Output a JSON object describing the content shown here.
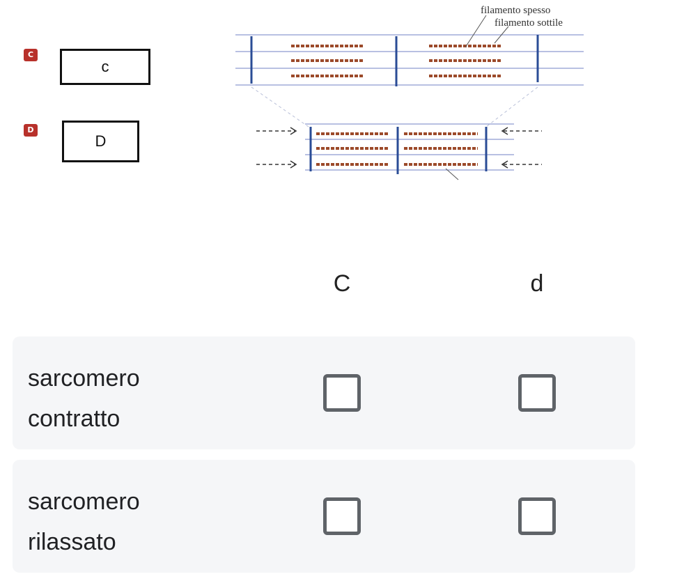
{
  "figure": {
    "option_c_badge": "C",
    "option_c_box": "c",
    "option_d_badge": "D",
    "option_d_box": "D",
    "label_thick": "filamento spesso",
    "label_thin": "filamento sottile",
    "colors": {
      "z_line": "#2a4c96",
      "thick": "#9c4a2a",
      "thin": "#8d9ad0",
      "badge": "#b8312b"
    }
  },
  "table": {
    "columns": [
      "C",
      "d"
    ],
    "rows": [
      {
        "label_lines": [
          "sarcomero",
          "contratto"
        ],
        "checked": [
          false,
          false
        ]
      },
      {
        "label_lines": [
          "sarcomero",
          "rilassato"
        ],
        "checked": [
          false,
          false
        ]
      }
    ]
  }
}
